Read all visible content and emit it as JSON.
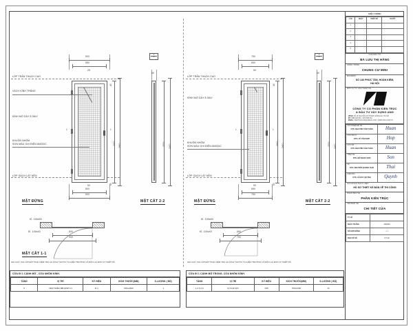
{
  "sheet": {
    "note_left": "GHI CHÚ: KHI LẮP ĐẶT PHẢI KIỂM TRA LẠI KÍCH THƯỚC TẠI HIỆN TRƯỜNG VÀ BÁO LẠI ĐƠN VỊ THIẾT KẾ",
    "note_right": "GHI CHÚ: KHI LẮP ĐẶT PHẢI KIỂM TRA LẠI KÍCH THƯỚC TẠI HIỆN TRƯỜNG VÀ BÁO LẠI ĐƠN VỊ THIẾT KẾ"
  },
  "door_left": {
    "view_elevation": "MẶT ĐỨNG",
    "view_section": "MẶT CẮT 2-2",
    "view_plan": "MẶT CẮT 1-1",
    "annotations": [
      "LỚP TRẦN THẠCH CAO",
      "VÁCH KÍNH TRẮNG",
      "KÍNH MỜ DÀY 8.38LY",
      "KHUÔN NHÔM",
      "SƠN MÀU GHI ĐIỆN ANODIC",
      "LỚP GẠCH LÁT NỀN"
    ],
    "plan_labels": [
      "KÍ. 100x50",
      "KÍ. 100x40"
    ],
    "dims": {
      "top_outer": "900",
      "top_inner": "850",
      "top_small": "25",
      "bottom_outer": "900",
      "bottom_inner": "800",
      "bottom_small": "50",
      "right_outer": "2400",
      "right_inner": "2300",
      "right_head": "40",
      "right_sill": "60",
      "plan_outer": "900",
      "plan_inner": "800"
    },
    "cut_marks": [
      "1",
      "1",
      "2",
      "2"
    ],
    "section_dims": {
      "total": "2400",
      "leaf": "2300",
      "depth": "60"
    }
  },
  "door_right": {
    "view_elevation": "MẶT ĐỨNG",
    "view_section": "MẶT CẮT 2-2",
    "annotations": [
      "LỚP TRẦN THẠCH CAO",
      "KÍNH MỜ DÀY 8.38LY",
      "KHUÔN NHÔM",
      "SƠN MÀU GHI ĐIỆN ANODIC",
      "LỚP GẠCH LÁT NỀN"
    ],
    "plan_labels": [
      "KÍ. 100x50",
      "KÍ. 100x40"
    ],
    "dims": {
      "top_outer": "750",
      "top_inner": "650",
      "top_small": "50",
      "bottom_outer": "750",
      "bottom_inner": "650",
      "bottom_small": "50",
      "right_outer": "2400",
      "right_inner": "2300",
      "right_head": "40",
      "right_sill": "60",
      "plan_outer": "750",
      "plan_inner": "650"
    },
    "cut_marks": [
      "1",
      "1",
      "2",
      "2"
    ],
    "section_dims": {
      "total": "2400",
      "leaf": "2300",
      "depth": "60"
    }
  },
  "schedule_left": {
    "caption": "CỬA ĐI 1 CÁNH MỞ , CỬA NHÔM KÍNH.",
    "columns": [
      "TẦNG",
      "VỊ TRÍ",
      "KÝ HIỆU",
      "KÍCH THƯỚC(MM)",
      "S.LƯỢNG ( BỘ)"
    ],
    "rows": [
      [
        "5",
        "XEM TRÊN MB ĐỊNH VỊ",
        "D-1",
        "900x2300",
        "1"
      ]
    ]
  },
  "schedule_right": {
    "caption": "CỬA ĐI 1 CÁNH MỞ TRONG, CỬA NHÔM KÍNH.",
    "columns": [
      "TẦNG",
      "VỊ TRÍ",
      "KÝ HIỆU",
      "KÍCH THƯỚC(MM)",
      "S.LƯỢNG ( BỘ)"
    ],
    "rows": [
      [
        "1,2,3,4,5",
        "CỬA ĐI WC",
        "DW",
        "750x2300",
        "13"
      ]
    ]
  },
  "title_block": {
    "revision": {
      "title": "HIỆU CHỈNH",
      "columns": [
        "LẦN",
        "NGÀY",
        "THIẾT KẾ",
        "DUYỆT"
      ],
      "rows": [
        [
          "1",
          "",
          "",
          ""
        ],
        [
          "2",
          "",
          "",
          ""
        ],
        [
          "3",
          "",
          "",
          ""
        ],
        [
          "4",
          "",
          "",
          ""
        ],
        [
          "5",
          "",
          "",
          ""
        ]
      ]
    },
    "owner_label": "CHỦ ĐẦU TƯ",
    "owner_value": "BÀ LƯU THỊ HẰNG",
    "project_label": "CÔNG TRÌNH",
    "project_value": "CHUNG CƯ MINI",
    "location_label": "ĐỊA ĐIỂM",
    "location_value": "SỐ 146 PHÚC TÂN, HOÀN KIẾM,\nHÀ NỘI",
    "consultant_label": "ĐƠN VỊ TƯ VẤN THIẾT KẾ",
    "company_name": "CÔNG TY CỔ PHẦN KIẾN TRÚC\n& ĐẦU TƯ XÂY DỰNG ANG",
    "company_info": [
      {
        "k": "VPGD",
        "v": "SỐ 18 NGUYỄN CHÍ THANH, ĐỐNG ĐA, HÀ NỘI"
      },
      {
        "k": "ĐT",
        "v": "0988.626.838 - 0979.868.279"
      },
      {
        "k": "EMAIL",
        "v": "KIENTRUCANG@GMAIL.COM - WWW.ANG.COM.VN"
      }
    ],
    "signatures": [
      {
        "role": "CHỦ NHIỆM ĐỒ ÁN",
        "name": "KTS. NGUYỄN VĂN TUẤN",
        "mark": "Huan"
      },
      {
        "role": "CHỦ TRÌ KT",
        "name": "KTS. VŨ VĂN HỢP",
        "mark": "Hop"
      },
      {
        "role": "CHỦ TRÌ",
        "name": "KTS. NGUYỄN VĂN TUẤN",
        "mark": "Huan"
      },
      {
        "role": "THIẾT KẾ",
        "name": "KTS. ĐỖ NGỌC SƠN",
        "mark": "Son"
      },
      {
        "role": "VẼ",
        "name": "KTS. NGUYỄN QUANG THÁI",
        "mark": "Thai"
      },
      {
        "role": "KIỂM TRA",
        "name": "KTS. LÊ HUY QUỲNH",
        "mark": "Quynh"
      }
    ],
    "stage_label": "GIAI ĐOẠN THỰC HIỆN",
    "stage_value": "HỒ SƠ THIẾT KẾ BẢN VẼ THI CÔNG",
    "part_label": "PHẦN BẢN VẼ",
    "part_value": "PHẦN KIẾN TRÚC",
    "content_label": "TÊN BẢN VẼ",
    "content_value": "CHI TIẾT CỬA",
    "meta": [
      {
        "k": "TỶ LỆ",
        "v": ""
      },
      {
        "k": "NGÀY THÁNG",
        "v": "10/2022"
      },
      {
        "k": "SỐ HỢP ĐỒNG",
        "v": "../../.."
      },
      {
        "k": "BẢN VẼ SỐ",
        "v": "KT-10"
      }
    ]
  }
}
